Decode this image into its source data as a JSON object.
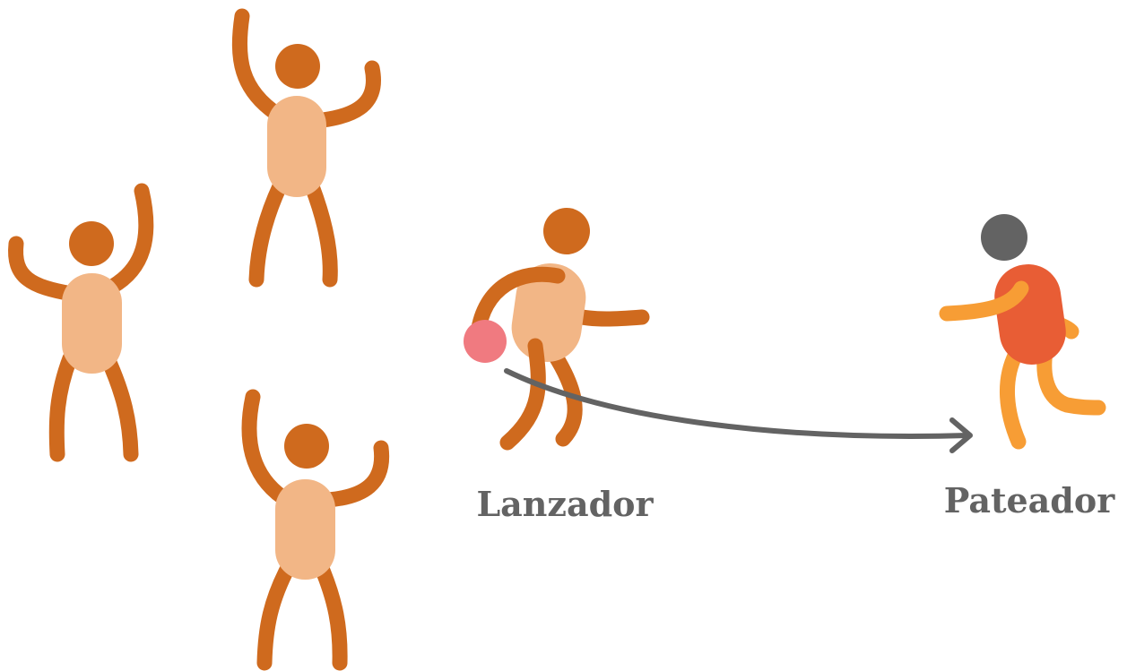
{
  "labels": {
    "pitcher": "Lanzador",
    "kicker": "Pateador"
  },
  "colors": {
    "fielder_limbs": "#cf6a1e",
    "fielder_body": "#f2b686",
    "fielder_head": "#cf6a1e",
    "pitcher_limbs": "#cf6a1e",
    "pitcher_body": "#f2b686",
    "ball": "#f07a80",
    "kicker_head": "#636363",
    "kicker_body": "#e85d35",
    "kicker_limbs": "#f79d35",
    "arrow": "#636363",
    "label_text": "#636363"
  },
  "figures": [
    {
      "role": "fielder",
      "icon": "cheering-player-icon"
    },
    {
      "role": "fielder",
      "icon": "cheering-player-icon"
    },
    {
      "role": "fielder",
      "icon": "cheering-player-icon"
    },
    {
      "role": "pitcher",
      "icon": "pitching-player-icon"
    },
    {
      "role": "kicker",
      "icon": "kicking-player-icon"
    }
  ],
  "ball_path": {
    "icon": "curved-arrow-icon"
  }
}
